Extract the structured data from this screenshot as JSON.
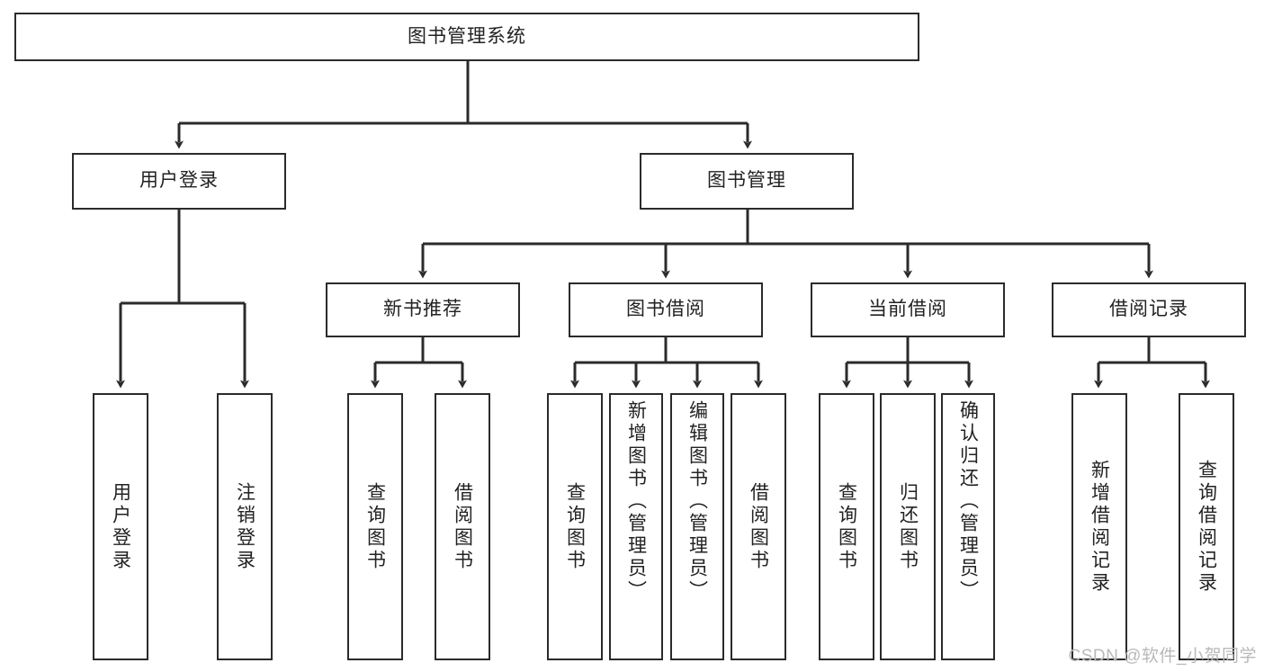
{
  "diagram": {
    "type": "tree",
    "title": "图书管理系统",
    "root": {
      "id": "root",
      "label": "图书管理系统"
    },
    "level1": [
      {
        "id": "user-login",
        "label": "用户登录"
      },
      {
        "id": "book-manage",
        "label": "图书管理"
      }
    ],
    "level2": [
      {
        "id": "new-book-rec",
        "label": "新书推荐",
        "parent": "book-manage"
      },
      {
        "id": "book-borrow",
        "label": "图书借阅",
        "parent": "book-manage"
      },
      {
        "id": "current-borrow",
        "label": "当前借阅",
        "parent": "book-manage"
      },
      {
        "id": "borrow-record",
        "label": "借阅记录",
        "parent": "book-manage"
      }
    ],
    "leaves": [
      {
        "id": "leaf-user-login",
        "label": "用户登录",
        "parent": "user-login"
      },
      {
        "id": "leaf-user-logout",
        "label": "注销登录",
        "parent": "user-login"
      },
      {
        "id": "leaf-rec-query-book",
        "label": "查询图书",
        "parent": "new-book-rec"
      },
      {
        "id": "leaf-rec-borrow-book",
        "label": "借阅图书",
        "parent": "new-book-rec"
      },
      {
        "id": "leaf-borrow-query-book",
        "label": "查询图书",
        "parent": "book-borrow"
      },
      {
        "id": "leaf-borrow-add-book",
        "label": "新增图书（管理员）",
        "parent": "book-borrow"
      },
      {
        "id": "leaf-borrow-edit-book",
        "label": "编辑图书（管理员）",
        "parent": "book-borrow"
      },
      {
        "id": "leaf-borrow-borrow-book",
        "label": "借阅图书",
        "parent": "book-borrow"
      },
      {
        "id": "leaf-cur-query-book",
        "label": "查询图书",
        "parent": "current-borrow"
      },
      {
        "id": "leaf-cur-return-book",
        "label": "归还图书",
        "parent": "current-borrow"
      },
      {
        "id": "leaf-cur-confirm-return",
        "label": "确认归还（管理员）",
        "parent": "current-borrow"
      },
      {
        "id": "leaf-rec-add-record",
        "label": "新增借阅记录",
        "parent": "borrow-record"
      },
      {
        "id": "leaf-rec-query-record",
        "label": "查询借阅记录",
        "parent": "borrow-record"
      }
    ],
    "watermark": "CSDN @软件_小贺同学",
    "colors": {
      "stroke": "#2b2b2b",
      "fill": "#ffffff",
      "text": "#222222",
      "watermark": "#b9b9b9"
    }
  }
}
